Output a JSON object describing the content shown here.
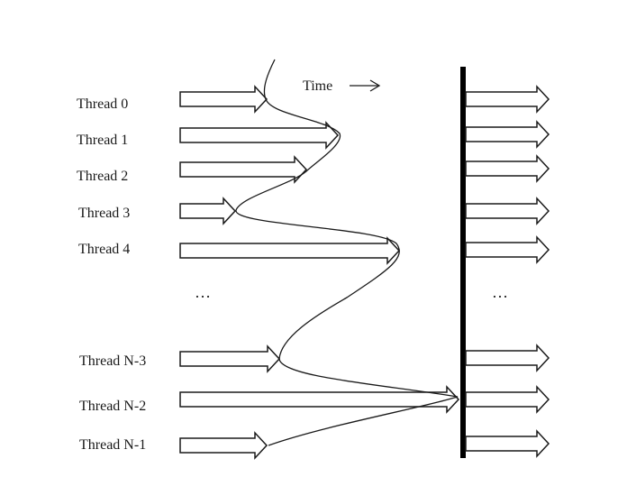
{
  "diagram": {
    "time_label": "Time",
    "threads": [
      {
        "label": "Thread 0"
      },
      {
        "label": "Thread 1"
      },
      {
        "label": "Thread 2"
      },
      {
        "label": "Thread 3"
      },
      {
        "label": "Thread 4"
      },
      {
        "label": "Thread N-3"
      },
      {
        "label": "Thread N-2"
      },
      {
        "label": "Thread N-1"
      }
    ],
    "ellipsis_left": "…",
    "ellipsis_right": "…"
  }
}
